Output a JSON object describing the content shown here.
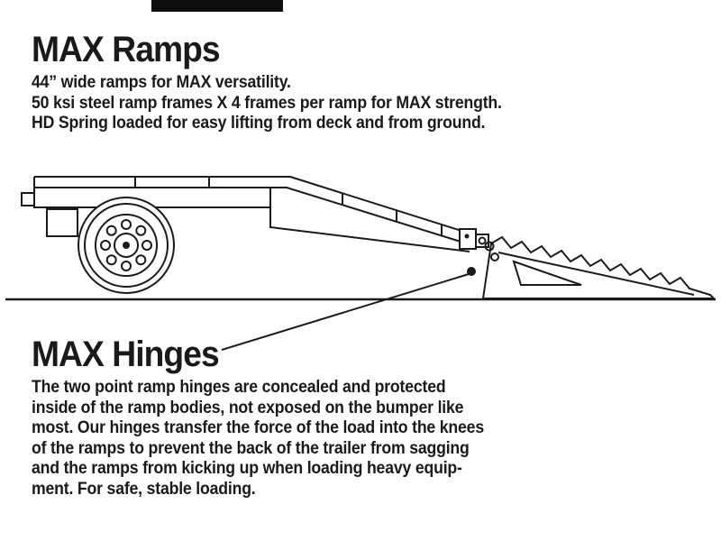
{
  "top_bar": {
    "note": ""
  },
  "ramps": {
    "title": "MAX Ramps",
    "lines": [
      "44” wide ramps for MAX versatility.",
      "50 ksi steel ramp frames X 4 frames per ramp for MAX strength.",
      "HD Spring loaded for easy lifting from deck and from ground."
    ]
  },
  "hinges": {
    "title": "MAX Hinges",
    "lines": [
      "The two point ramp hinges are concealed and protected",
      "inside of the ramp bodies, not exposed on the bumper like",
      "most. Our hinges transfer the force of the load into the knees",
      "of the ramps to prevent the back of the trailer from sagging",
      "and the ramps from kicking up when loading heavy equip-",
      "ment. For safe, stable loading."
    ]
  },
  "illustration": {
    "label": "side-view line drawing of trailer deck, wheel and serrated loading ramp resting on ground"
  },
  "colors": {
    "ink": "#1a1a1a",
    "background": "#ffffff",
    "redact_bar": "#0f0f0f"
  }
}
